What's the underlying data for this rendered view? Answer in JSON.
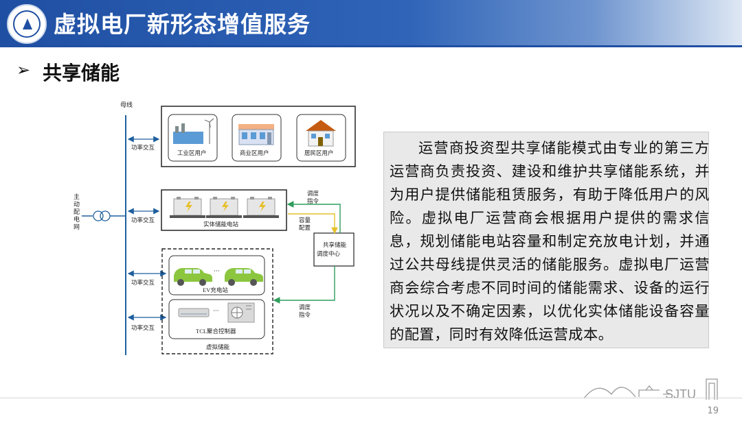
{
  "header": {
    "title": "虚拟电厂新形态增值服务"
  },
  "section": {
    "bullet": "➢",
    "title": "共享储能"
  },
  "description": "运营商投资型共享储能模式由专业的第三方运营商负责投资、建设和维护共享储能系统，并为用户提供储能租赁服务，有助于降低用户的风险。虚拟电厂运营商会根据用户提供的需求信息，规划储能电站容量和制定充放电计划，并通过公共母线提供灵活的储能服务。虚拟电厂运营商会综合考虑不同时间的储能需求、设备的运行状况以及不确定因素，以优化实体储能设备容量的配置，同时有效降低运营成本。",
  "diagram": {
    "bus_label": "母线",
    "grid_label": "主动配电网",
    "power_exchange": [
      "功率交互",
      "功率交互",
      "功率交互",
      "功率交互"
    ],
    "users": [
      "工业区用户",
      "商业区用户",
      "居民区用户"
    ],
    "station_label": "实体储能电站",
    "center_label": "共享储能调度中心",
    "dispatch_cmd_top": "调度指令",
    "capacity_config": "容量配置",
    "dispatch_cmd_bottom": "调度指令",
    "ev_label": "EV充电站",
    "tcl_label": "TCL聚合控制器",
    "virtual_label": "虚拟储能",
    "ellipsis": "···",
    "colors": {
      "line": "#1f5f9e",
      "arrow": "#2e9e5b",
      "config": "#e5c02b",
      "car": "#8cc63f"
    }
  },
  "footer": {
    "page": "19",
    "logo_text": "SJTU"
  }
}
